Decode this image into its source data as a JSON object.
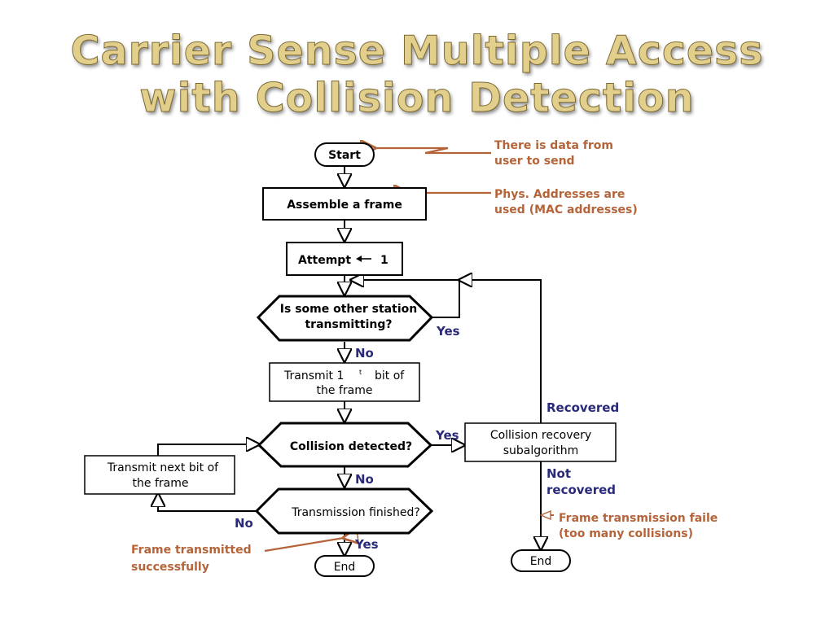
{
  "title": {
    "line1": "Carrier Sense Multiple Access",
    "line2": "with Collision Detection"
  },
  "nodes": {
    "start": "Start",
    "assemble": "Assemble a frame",
    "attempt_prefix": "Attempt",
    "attempt_value": "1",
    "check_line1": "Is some other station",
    "check_line2": "transmitting?",
    "transmit_first_a": "Transmit 1",
    "transmit_first_sup": "t",
    "transmit_first_b": "bit of",
    "transmit_first_line2": "the frame",
    "collision": "Collision detected?",
    "recovery_line1": "Collision recovery",
    "recovery_line2": "subalgorithm",
    "next_bit_line1": "Transmit next bit of",
    "next_bit_line2": "the frame",
    "finished": "Transmission finished?",
    "end_left": "End",
    "end_right": "End"
  },
  "labels": {
    "yes_check": "Yes",
    "no_check": "No",
    "yes_collision": "Yes",
    "no_collision": "No",
    "no_finished": "No",
    "yes_finished": "Yes",
    "recovered": "Recovered",
    "not_recovered_line1": "Not",
    "not_recovered_line2": "recovered"
  },
  "annotations": {
    "data_line1": "There is data from",
    "data_line2": "user to send",
    "phys_line1": "Phys. Addresses are",
    "phys_line2": "used (MAC addresses)",
    "success_line1": "Frame transmitted",
    "success_line2": "successfully",
    "failed_line1": "Frame transmission faile",
    "failed_line2": "(too many collisions)"
  },
  "colors": {
    "annotation": "#b5643a",
    "branch_label": "#2a2a7a",
    "title_fill": "#e3cf8c"
  }
}
